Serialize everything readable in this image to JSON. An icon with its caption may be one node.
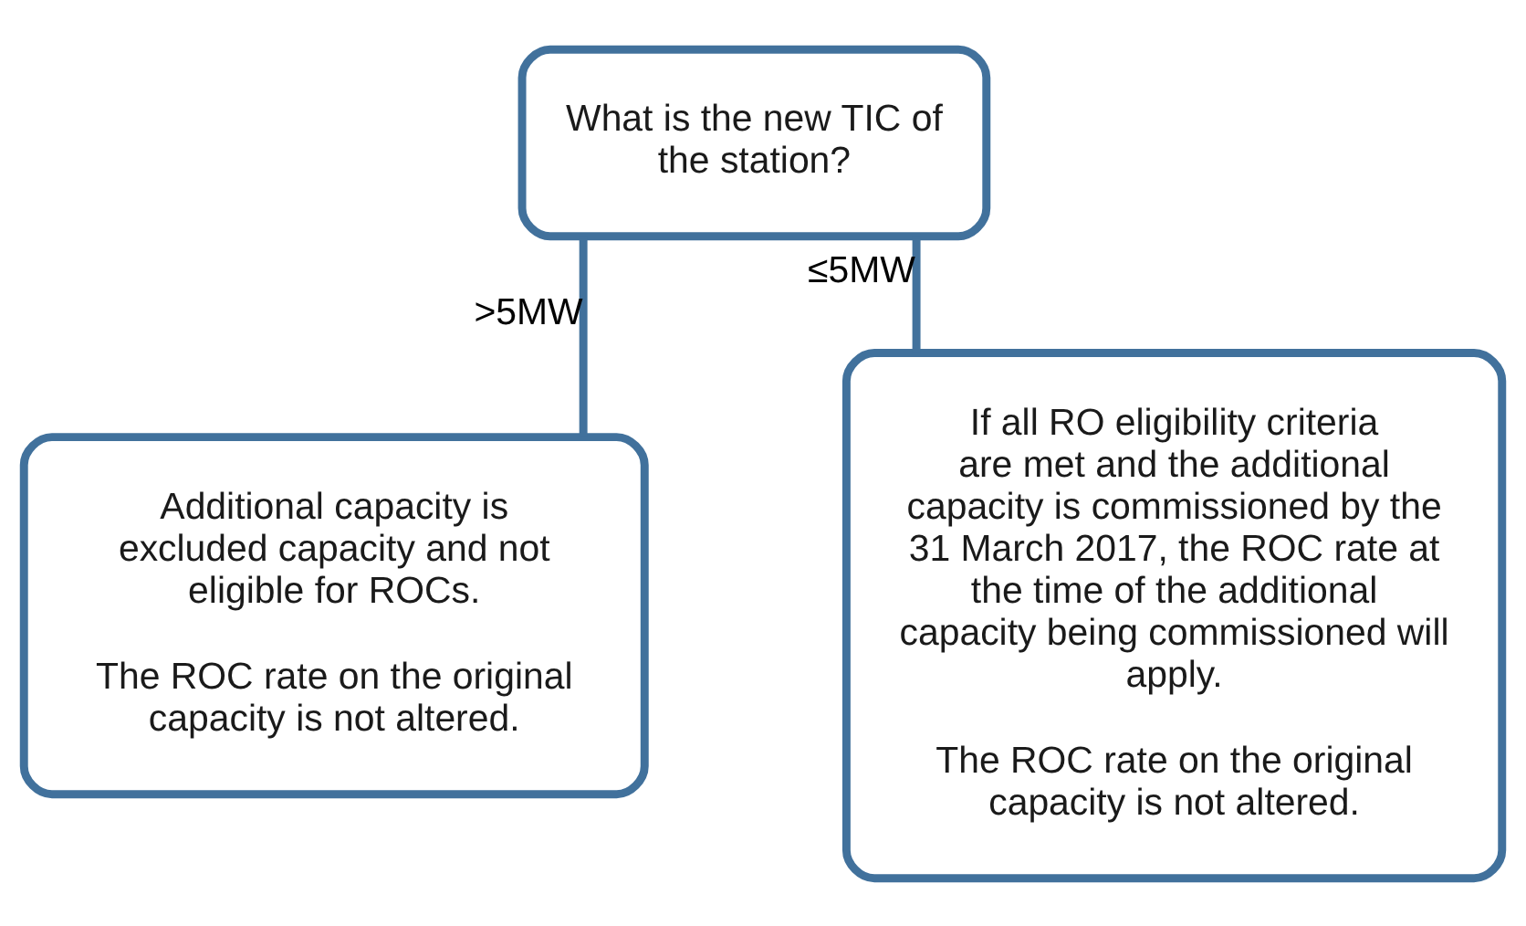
{
  "diagram": {
    "nodes": [
      {
        "text": [
          "What is the new TIC of the station?"
        ]
      },
      {
        "text": [
          "Additional capacity is excluded capacity and not eligible for ROCs.",
          "The ROC rate on the original capacity is not altered."
        ]
      },
      {
        "text": [
          "If all RO eligibility criteria are met and the additional capacity is commissioned by the 31 March 2017, the ROC rate at the time of the additional capacity being commissioned will apply.",
          "The ROC rate on the original capacity is not altered."
        ]
      }
    ],
    "edges": [
      {
        "from": 0,
        "to": 1,
        "arrow": "none",
        "label": ">5MW"
      },
      {
        "from": 0,
        "to": 2,
        "arrow": "none",
        "label": "≤5MW"
      }
    ]
  }
}
